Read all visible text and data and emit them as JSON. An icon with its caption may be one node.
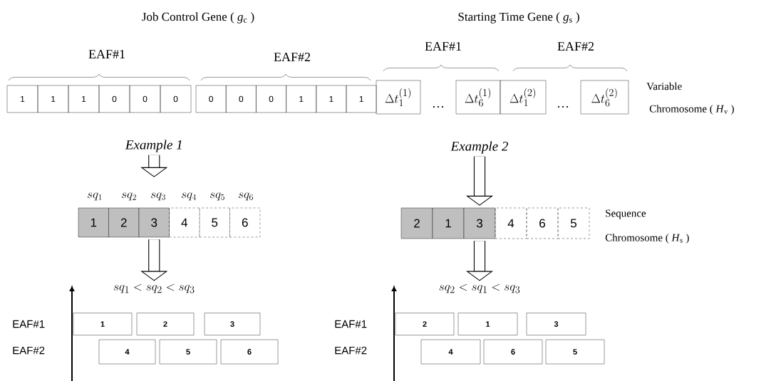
{
  "diagram": {
    "nodes": [
      {
        "text": [
          "1"
        ]
      },
      {
        "text": [
          "1"
        ]
      },
      {
        "text": [
          "1"
        ]
      },
      {
        "text": [
          "0"
        ]
      },
      {
        "text": [
          "0"
        ]
      },
      {
        "text": [
          "0"
        ]
      },
      {
        "text": [
          "0"
        ]
      },
      {
        "text": [
          "0"
        ]
      },
      {
        "text": [
          "0"
        ]
      },
      {
        "text": [
          "1"
        ]
      },
      {
        "text": [
          "1"
        ]
      },
      {
        "text": [
          "1"
        ]
      },
      {
        "text": [
          "\\Delta t_{1}^{(1)}"
        ]
      },
      {
        "text": [
          "\\Delta t_{6}^{(1)}"
        ]
      },
      {
        "text": [
          "\\Delta t_{1}^{(2)}"
        ]
      },
      {
        "text": [
          "\\Delta t_{6}^{(2)}"
        ]
      },
      {
        "text": [
          "Example 1"
        ]
      },
      {
        "text": [
          "Example 2"
        ]
      },
      {
        "text": [
          "1"
        ]
      },
      {
        "text": [
          "2"
        ]
      },
      {
        "text": [
          "3"
        ]
      },
      {
        "text": [
          "4"
        ]
      },
      {
        "text": [
          "5"
        ]
      },
      {
        "text": [
          "6"
        ]
      },
      {
        "text": [
          "2"
        ]
      },
      {
        "text": [
          "1"
        ]
      },
      {
        "text": [
          "3"
        ]
      },
      {
        "text": [
          "4"
        ]
      },
      {
        "text": [
          "6"
        ]
      },
      {
        "text": [
          "5"
        ]
      },
      {
        "text": [
          "sq_{1} < sq_{2} < sq_{3}"
        ]
      },
      {
        "text": [
          "sq_{2} < sq_{1} < sq_{3}"
        ]
      },
      {
        "text": [
          "1"
        ]
      },
      {
        "text": [
          "2"
        ]
      },
      {
        "text": [
          "3"
        ]
      },
      {
        "text": [
          "4"
        ]
      },
      {
        "text": [
          "5"
        ]
      },
      {
        "text": [
          "6"
        ]
      },
      {
        "text": [
          "2"
        ]
      },
      {
        "text": [
          "1"
        ]
      },
      {
        "text": [
          "3"
        ]
      },
      {
        "text": [
          "4"
        ]
      },
      {
        "text": [
          "6"
        ]
      },
      {
        "text": [
          "5"
        ]
      }
    ],
    "edges": [
      {
        "from": 16,
        "to": null,
        "arrow": "to"
      },
      {
        "from": 20,
        "to": 30,
        "arrow": "to"
      },
      {
        "from": 17,
        "to": 26,
        "arrow": "to"
      },
      {
        "from": 26,
        "to": 31,
        "arrow": "to"
      }
    ],
    "labels": [
      "Job Control Gene ( *g*$_{c}$ )",
      "Starting Time Gene ( *g*$_{s}$ )",
      "EAF#1",
      "EAF#2",
      "EAF#1",
      "EAF#2",
      "…",
      "…",
      "Variable",
      "Chromosome ( *H*$_{v}$ )",
      "sq_{1}",
      "sq_{2}",
      "sq_{3}",
      "sq_{4}",
      "sq_{5}",
      "sq_{6}",
      "Sequence",
      "Chromosome ( *H*$_{s}$ )",
      "EAF#1",
      "EAF#2",
      "EAF#1",
      "EAF#2"
    ]
  }
}
